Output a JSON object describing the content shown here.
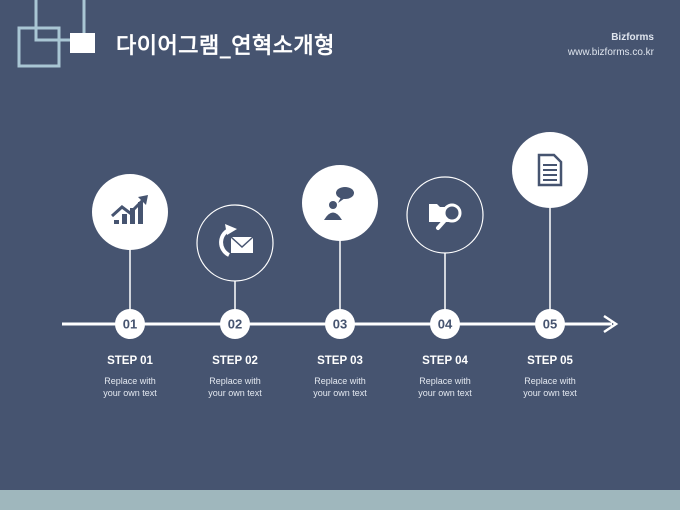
{
  "header": {
    "title": "다이어그램_연혁소개형",
    "brand_name": "Bizforms",
    "brand_url": "www.bizforms.co.kr"
  },
  "steps": [
    {
      "number": "01",
      "title": "STEP 01",
      "text": "Replace with\nyour own text",
      "icon": "chart-icon",
      "style": "filled"
    },
    {
      "number": "02",
      "title": "STEP 02",
      "text": "Replace with\nyour own text",
      "icon": "mail-icon",
      "style": "outline"
    },
    {
      "number": "03",
      "title": "STEP 03",
      "text": "Replace with\nyour own text",
      "icon": "person-chat-icon",
      "style": "filled"
    },
    {
      "number": "04",
      "title": "STEP 04",
      "text": "Replace with\nyour own text",
      "icon": "folder-search-icon",
      "style": "outline"
    },
    {
      "number": "05",
      "title": "STEP 05",
      "text": "Replace with\nyour own text",
      "icon": "document-icon",
      "style": "filled"
    }
  ],
  "colors": {
    "background": "#465470",
    "accent_light": "#a9c6d4",
    "footer": "#9fb7bd",
    "white": "#ffffff"
  }
}
